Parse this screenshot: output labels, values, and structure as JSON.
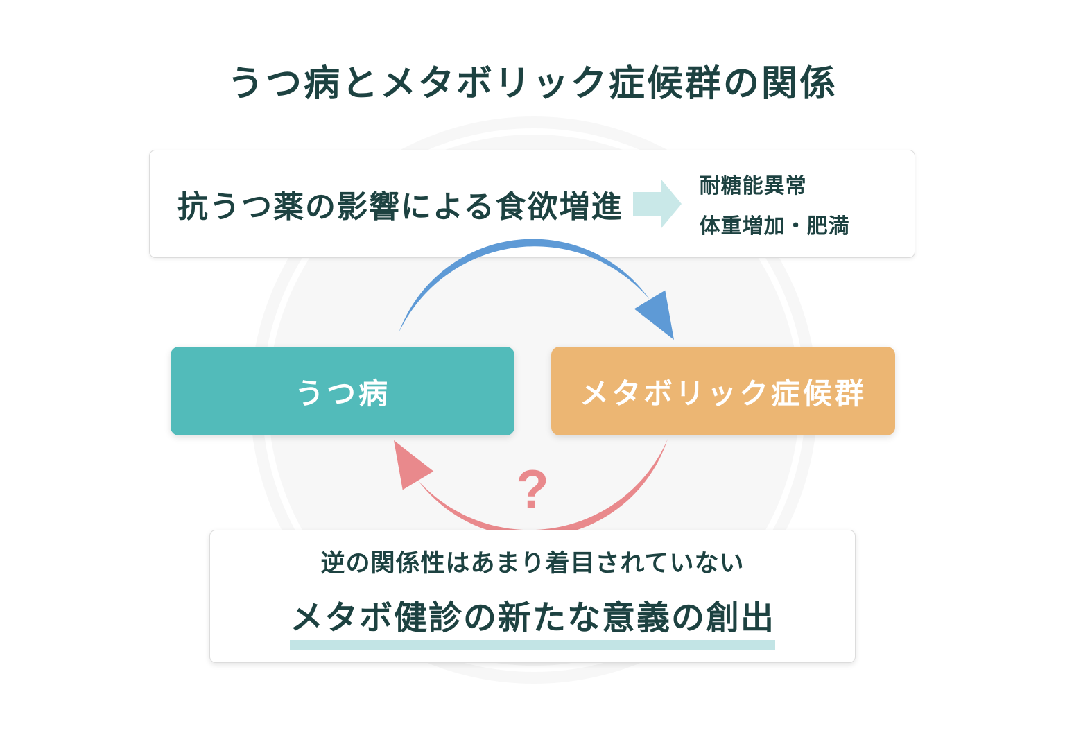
{
  "title": "うつ病とメタボリック症候群の関係",
  "top_box": {
    "cause_text": "抗うつ薬の影響による食欲増進",
    "effects": [
      "耐糖能異常",
      "体重増加・肥満"
    ]
  },
  "nodes": {
    "depression_label": "うつ病",
    "metabolic_label": "メタボリック症候群"
  },
  "cycle": {
    "question_mark": "?"
  },
  "bottom_box": {
    "note_text": "逆の関係性はあまり着目されていない",
    "highlight_text": "メタボ健診の新たな意義の創出"
  },
  "colors": {
    "title_text": "#1d4241",
    "depression_box": "#52bbba",
    "metabolic_box": "#ecb673",
    "forward_arrow": "#5e9ad6",
    "reverse_arrow": "#e9898c",
    "effect_arrow": "#c9e8e8",
    "highlight_underline": "#c2e4e5",
    "box_border": "#dcdcdc",
    "background_ring": "#f7f7f7"
  }
}
